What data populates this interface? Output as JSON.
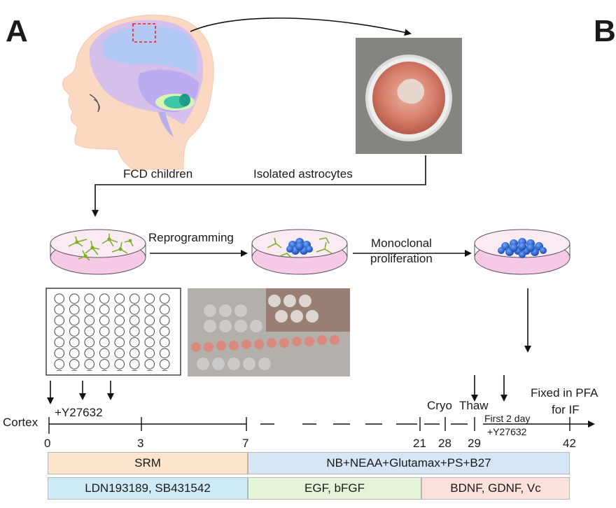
{
  "panels": {
    "a": "A",
    "b": "B"
  },
  "labels": {
    "fcd_children": "FCD children",
    "isolated_astrocytes": "Isolated astrocytes",
    "reprogramming": "Reprogramming",
    "monoclonal_line1": "Monoclonal",
    "monoclonal_line2": "proliferation"
  },
  "timeline": {
    "cortex": "Cortex",
    "y27632": "+Y27632",
    "cryo": "Cryo",
    "thaw": "Thaw",
    "first2day": "First 2 day",
    "first2day_y": "+Y27632",
    "fixed1": "Fixed in PFA",
    "fixed2": "for IF",
    "ticks": [
      "0",
      "3",
      "7",
      "21",
      "28",
      "29",
      "42"
    ]
  },
  "bars": {
    "srm": "SRM",
    "nb": "NB+NEAA+Glutamax+PS+B27",
    "ldn": "LDN193189, SB431542",
    "egf": "EGF, bFGF",
    "bdnf": "BDNF, GDNF, Vc"
  },
  "colors": {
    "srm": "#fbe3cc",
    "nb": "#d6e6f7",
    "ldn": "#cfeaf7",
    "egf": "#e5f4d8",
    "bdnf": "#fbe0dc",
    "dish_medium": "#f6c9e6",
    "cells": "#2563c9",
    "astro": "#7fb02a"
  }
}
